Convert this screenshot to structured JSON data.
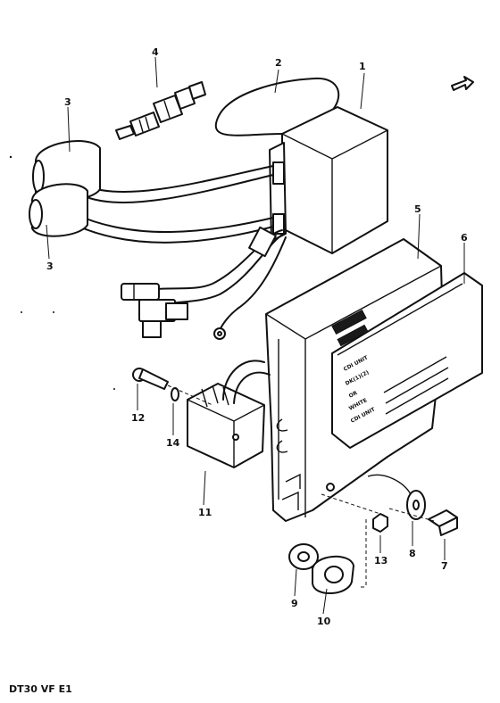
{
  "diagram": {
    "footer_code": "DT30 VF E1",
    "callouts": [
      "1",
      "2",
      "3",
      "3",
      "4",
      "5",
      "6",
      "7",
      "8",
      "9",
      "10",
      "11",
      "12",
      "13",
      "14"
    ],
    "label_text": {
      "row1": "CDI UNIT",
      "row2": "DK(1)(2)",
      "row3": "OR",
      "row4": "WHITE",
      "row5": "CDI UNIT"
    }
  }
}
